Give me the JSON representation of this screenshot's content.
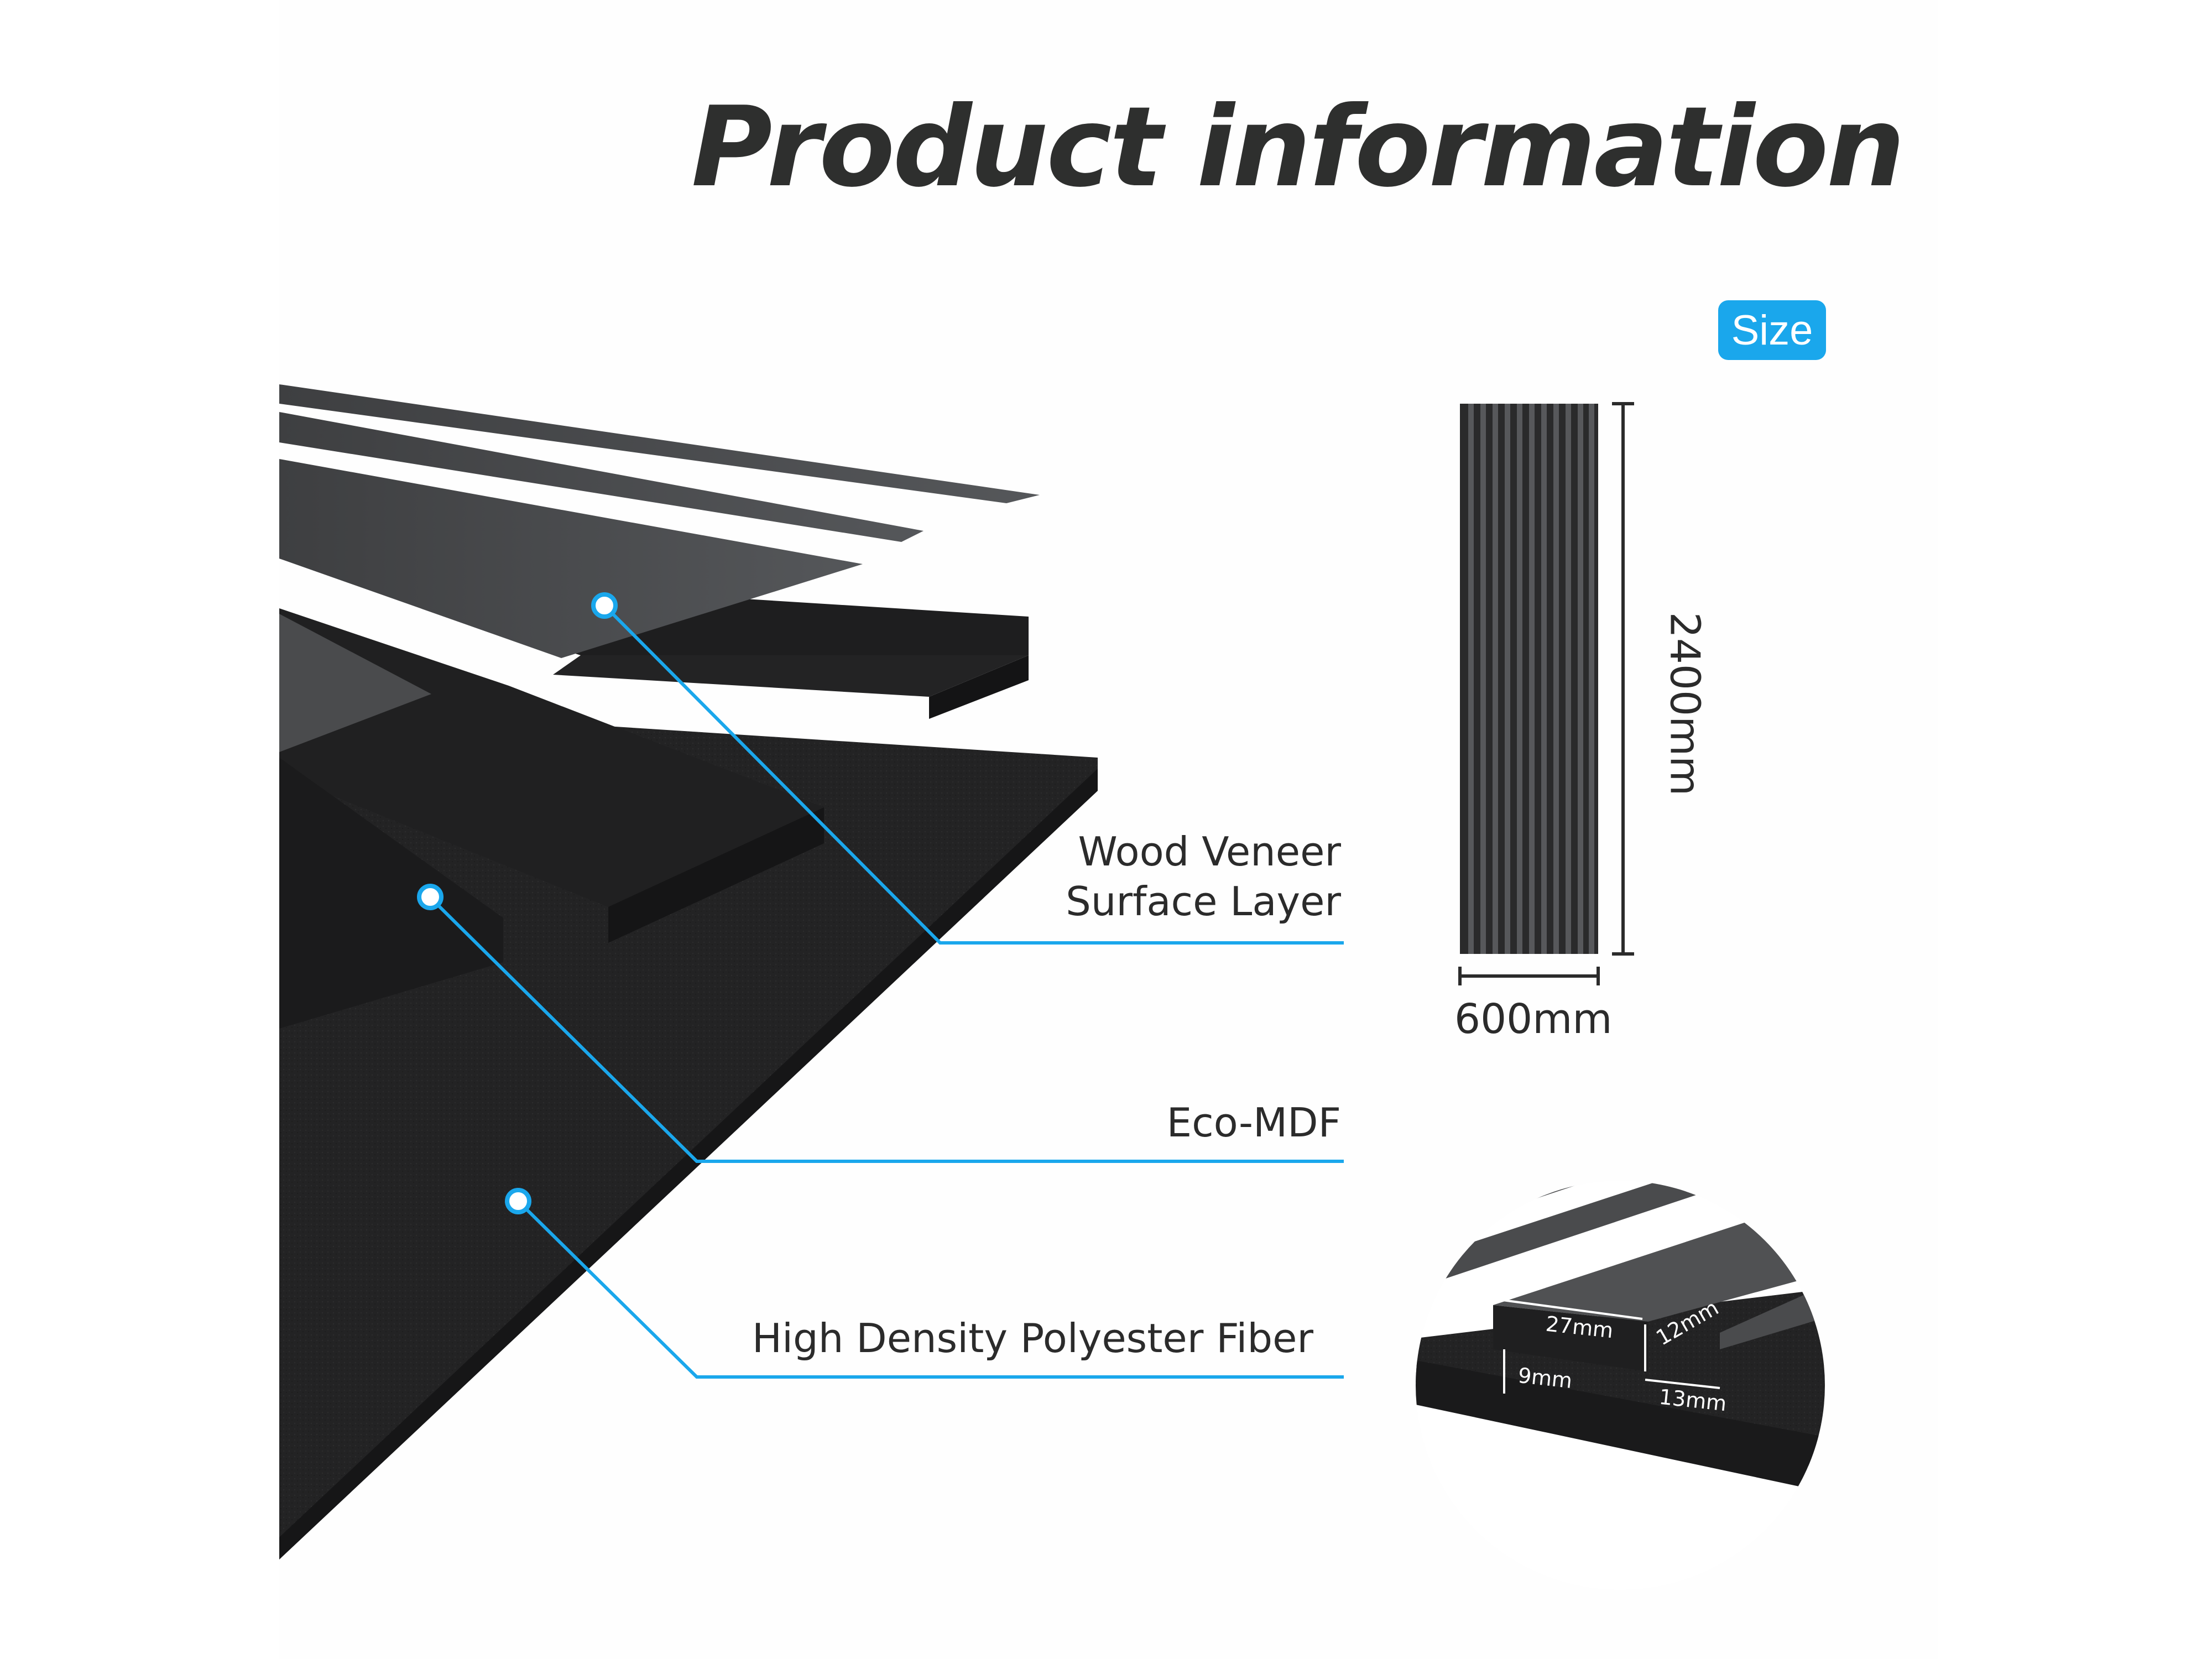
{
  "title": "Product information",
  "size_badge": "Size",
  "layers": {
    "surface": "Wood Veneer Surface Layer",
    "surface_line1": "Wood Veneer",
    "surface_line2": "Surface Layer",
    "core": "Eco-MDF",
    "base": "High Density Polyester Fiber"
  },
  "panel_size": {
    "height": "2400mm",
    "width": "600mm"
  },
  "detail_dimensions": {
    "slat_width": "27mm",
    "slat_height": "12mm",
    "base_thickness": "9mm",
    "gap": "13mm"
  },
  "colors": {
    "accent": "#1aa7ec",
    "panel_dark": "#1f1f20",
    "veneer": "#4a4b4d",
    "text": "#2b2b2b"
  }
}
